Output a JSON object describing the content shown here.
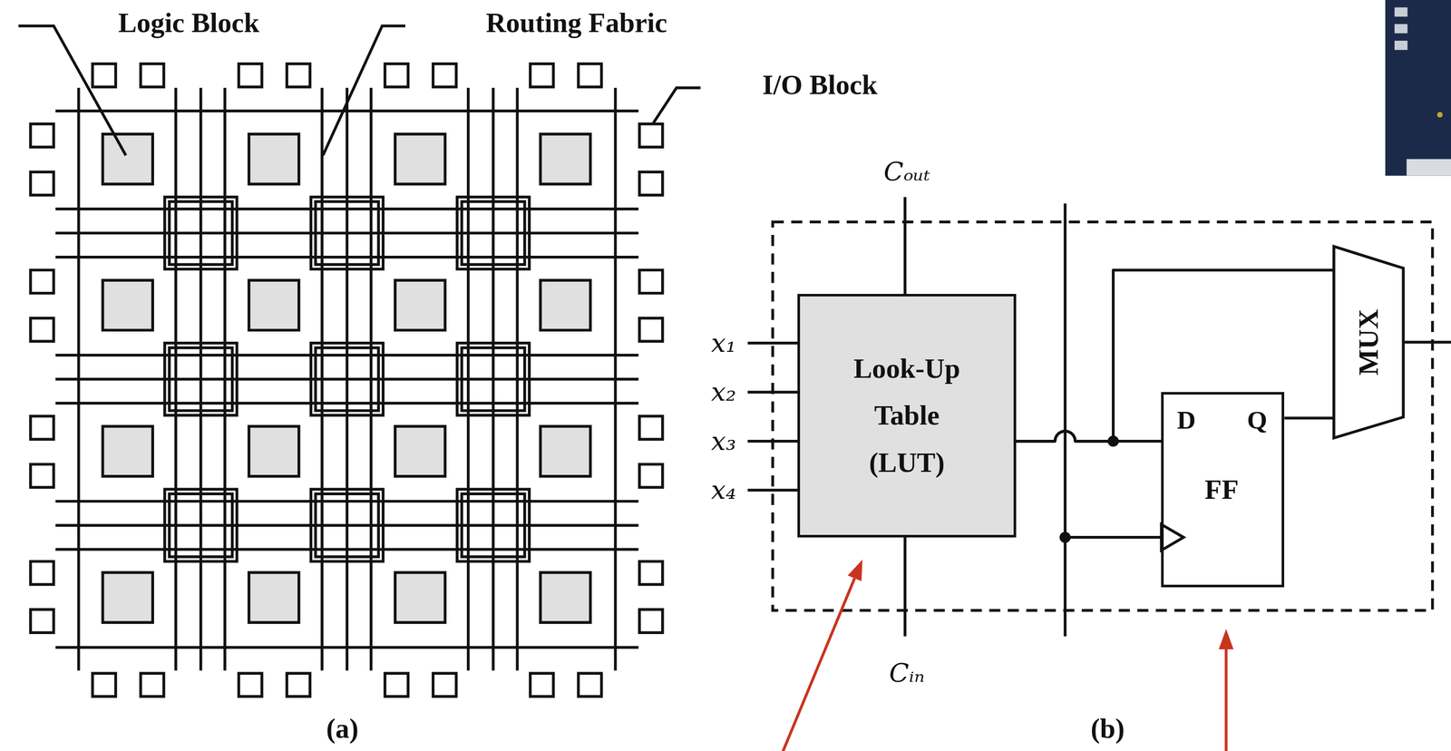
{
  "diagram": {
    "nodes": [
      {
        "text": [
          "Look-Up Table (LUT)"
        ]
      },
      {
        "text": [
          "D",
          "Q",
          "FF"
        ]
      },
      {
        "text": [
          "MUX"
        ]
      }
    ],
    "edges": [
      {
        "from": 0,
        "to": 1,
        "arrow": "none"
      },
      {
        "from": 0,
        "to": 2,
        "arrow": "none"
      },
      {
        "from": 1,
        "to": 2,
        "arrow": "none"
      }
    ],
    "labels": [
      "Logic Block",
      "Routing Fabric",
      "I/O Block",
      "(a)",
      "Cₒᵤₜ",
      "x₁",
      "x₂",
      "x₃",
      "x₄",
      "Cᵢₙ",
      "(b)"
    ]
  }
}
